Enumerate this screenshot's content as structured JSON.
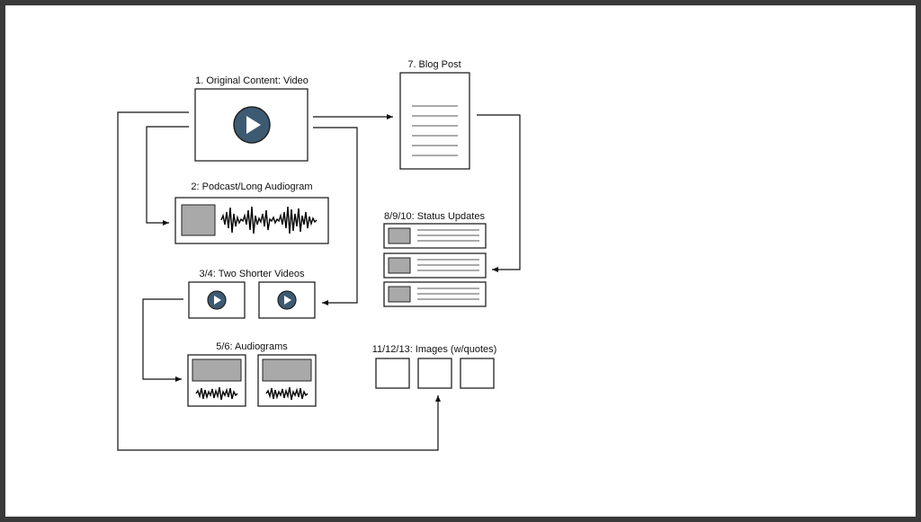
{
  "diagram": {
    "nodes": {
      "original": {
        "label": "1. Original Content: Video"
      },
      "blog": {
        "label": "7. Blog Post"
      },
      "podcast": {
        "label": "2: Podcast/Long Audiogram"
      },
      "status": {
        "label": "8/9/10: Status Updates"
      },
      "shorter": {
        "label": "3/4: Two Shorter Videos"
      },
      "audiograms": {
        "label": "5/6: Audiograms"
      },
      "images": {
        "label": "11/12/13: Images (w/quotes)"
      }
    },
    "colors": {
      "play_button": "#3d5a73",
      "thumbnail": "#a9a9a9",
      "frame": "#3a3a3a"
    },
    "icons": [
      "play-icon",
      "document-icon",
      "waveform-icon",
      "thumbnail-icon"
    ]
  }
}
